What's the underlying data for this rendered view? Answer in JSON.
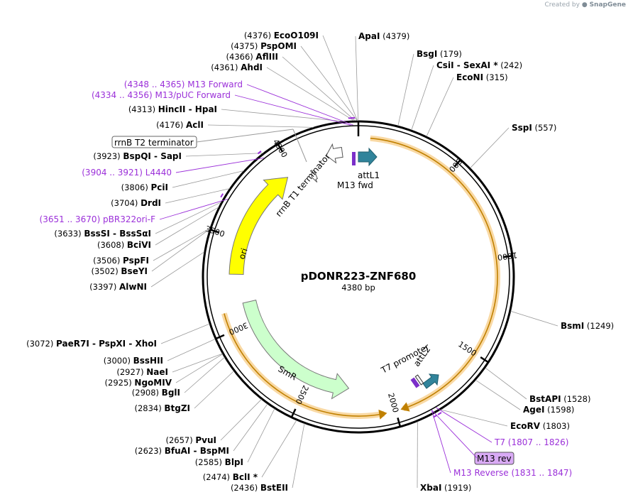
{
  "credit": {
    "text": "Created by",
    "brand": "SnapGene"
  },
  "map": {
    "name": "pDONR223-ZNF680",
    "size_label": "4380 bp",
    "total_bp": 4380,
    "ticks": [
      "500",
      "1000",
      "1500",
      "2000",
      "2500",
      "3000",
      "3500",
      "4000"
    ]
  },
  "sites": [
    {
      "pos": "(4376)",
      "name": "EcoO109I",
      "side": "left"
    },
    {
      "pos": "(4375)",
      "name": "PspOMI",
      "side": "left"
    },
    {
      "pos": "(4366)",
      "name": "AflIII",
      "side": "left"
    },
    {
      "pos": "(4361)",
      "name": "AhdI",
      "side": "left"
    },
    {
      "pos": "(4313)",
      "name": "HincII",
      "name2": "HpaI",
      "side": "left"
    },
    {
      "pos": "(4176)",
      "name": "AclI",
      "side": "left"
    },
    {
      "pos": "(3923)",
      "name": "BspQI",
      "name2": "SapI",
      "side": "left"
    },
    {
      "pos": "(3806)",
      "name": "PciI",
      "side": "left"
    },
    {
      "pos": "(3704)",
      "name": "DrdI",
      "side": "left"
    },
    {
      "pos": "(3633)",
      "name": "BssSI",
      "name2": "BssSαI",
      "side": "left"
    },
    {
      "pos": "(3608)",
      "name": "BciVI",
      "side": "left"
    },
    {
      "pos": "(3506)",
      "name": "PspFI",
      "side": "left"
    },
    {
      "pos": "(3502)",
      "name": "BseYI",
      "side": "left"
    },
    {
      "pos": "(3397)",
      "name": "AlwNI",
      "side": "left"
    },
    {
      "pos": "(3072)",
      "name": "PaeR7I",
      "name2": "PspXI",
      "name3": "XhoI",
      "side": "left"
    },
    {
      "pos": "(3000)",
      "name": "BssHII",
      "side": "left"
    },
    {
      "pos": "(2927)",
      "name": "NaeI",
      "side": "left"
    },
    {
      "pos": "(2925)",
      "name": "NgoMIV",
      "side": "left"
    },
    {
      "pos": "(2908)",
      "name": "BglI",
      "side": "left"
    },
    {
      "pos": "(2834)",
      "name": "BtgZI",
      "side": "left"
    },
    {
      "pos": "(2657)",
      "name": "PvuI",
      "side": "left"
    },
    {
      "pos": "(2623)",
      "name": "BfuAI",
      "name2": "BspMI",
      "side": "left"
    },
    {
      "pos": "(2585)",
      "name": "BlpI",
      "side": "left"
    },
    {
      "pos": "(2474)",
      "name": "BclI *",
      "side": "left"
    },
    {
      "pos": "(2436)",
      "name": "BstEII",
      "side": "left"
    },
    {
      "pos": "(4379)",
      "name": "ApaI",
      "side": "right"
    },
    {
      "pos": "(179)",
      "name": "BsgI",
      "side": "right"
    },
    {
      "pos": "(242)",
      "name": "CsiI",
      "name2": "SexAI *",
      "side": "right"
    },
    {
      "pos": "(315)",
      "name": "EcoNI",
      "side": "right"
    },
    {
      "pos": "(557)",
      "name": "SspI",
      "side": "right"
    },
    {
      "pos": "(1249)",
      "name": "BsmI",
      "side": "right"
    },
    {
      "pos": "(1528)",
      "name": "BstAPI",
      "side": "right"
    },
    {
      "pos": "(1598)",
      "name": "AgeI",
      "side": "right"
    },
    {
      "pos": "(1803)",
      "name": "EcoRV",
      "side": "right"
    },
    {
      "pos": "(1919)",
      "name": "XbaI",
      "side": "right"
    }
  ],
  "primers": [
    {
      "range": "(4348 .. 4365)",
      "name": "M13 Forward"
    },
    {
      "range": "(4334 .. 4356)",
      "name": "M13/pUC Forward"
    },
    {
      "range": "(3904 .. 3921)",
      "name": "L4440"
    },
    {
      "range": "(3651 .. 3670)",
      "name": "pBR322ori-F"
    },
    {
      "range": "(1807 .. 1826)",
      "name": "T7"
    },
    {
      "range": "(1831 .. 1847)",
      "name": "M13 Reverse"
    }
  ],
  "boxed_labels": {
    "rrnb_t2": "rrnB T2 terminator",
    "m13_rev": "M13 rev"
  },
  "features": {
    "rrnb_t1": "rrnB T1 terminator",
    "ori": "ori",
    "smr": "SmR",
    "attl1": "attL1",
    "attl2": "attL2",
    "m13_fwd": "M13 fwd",
    "t7_promoter": "T7 promoter"
  },
  "colors": {
    "ori": "#ffff00",
    "smr": "#ccffcc",
    "att": "#31849b",
    "primer": "#9b30d9",
    "orf_highlight": "#f9d9a4",
    "orf_line": "#c08000"
  }
}
